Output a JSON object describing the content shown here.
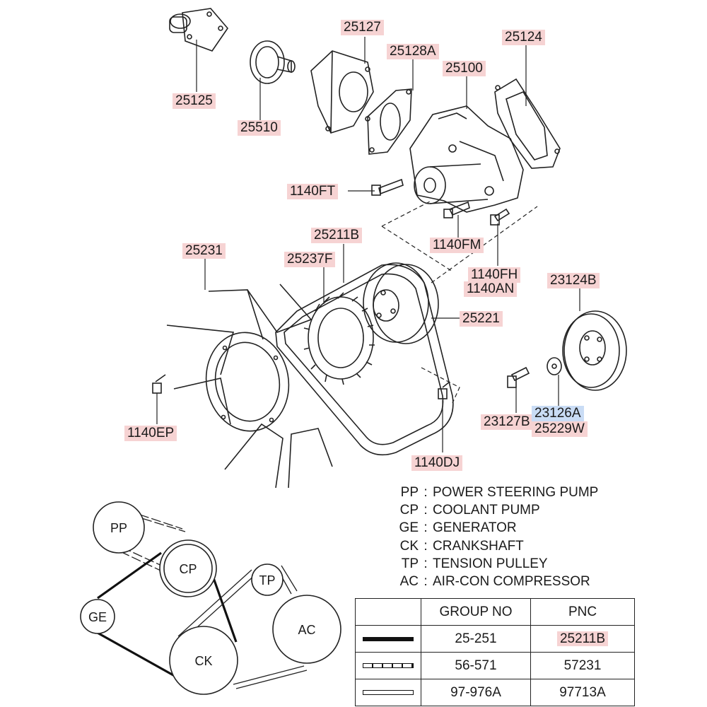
{
  "parts": {
    "p25125": "25125",
    "p25510": "25510",
    "p25127": "25127",
    "p25128A": "25128A",
    "p25100": "25100",
    "p25124": "25124",
    "p1140FT": "1140FT",
    "p1140FM": "1140FM",
    "p1140FH": "1140FH",
    "p1140AN": "1140AN",
    "p25231": "25231",
    "p25211B": "25211B",
    "p25237F": "25237F",
    "p25221": "25221",
    "p23124B": "23124B",
    "p1140EP": "1140EP",
    "p23127B": "23127B",
    "p23126A": "23126A",
    "p25229W": "25229W",
    "p1140DJ": "1140DJ"
  },
  "pulleys": {
    "pp": "PP",
    "cp": "CP",
    "ge": "GE",
    "ck": "CK",
    "tp": "TP",
    "ac": "AC"
  },
  "legend": [
    {
      "code": "PP",
      "desc": "POWER STEERING PUMP"
    },
    {
      "code": "CP",
      "desc": "COOLANT PUMP"
    },
    {
      "code": "GE",
      "desc": "GENERATOR"
    },
    {
      "code": "CK",
      "desc": "CRANKSHAFT"
    },
    {
      "code": "TP",
      "desc": "TENSION PULLEY"
    },
    {
      "code": "AC",
      "desc": "AIR-CON COMPRESSOR"
    }
  ],
  "legend_sep": ":",
  "belt_table": {
    "headers": {
      "group": "GROUP NO",
      "pnc": "PNC"
    },
    "rows": [
      {
        "style": "thick",
        "group": "25-251",
        "pnc": "25211B"
      },
      {
        "style": "dashed",
        "group": "56-571",
        "pnc": "57231"
      },
      {
        "style": "double",
        "group": "97-976A",
        "pnc": "97713A"
      }
    ]
  }
}
